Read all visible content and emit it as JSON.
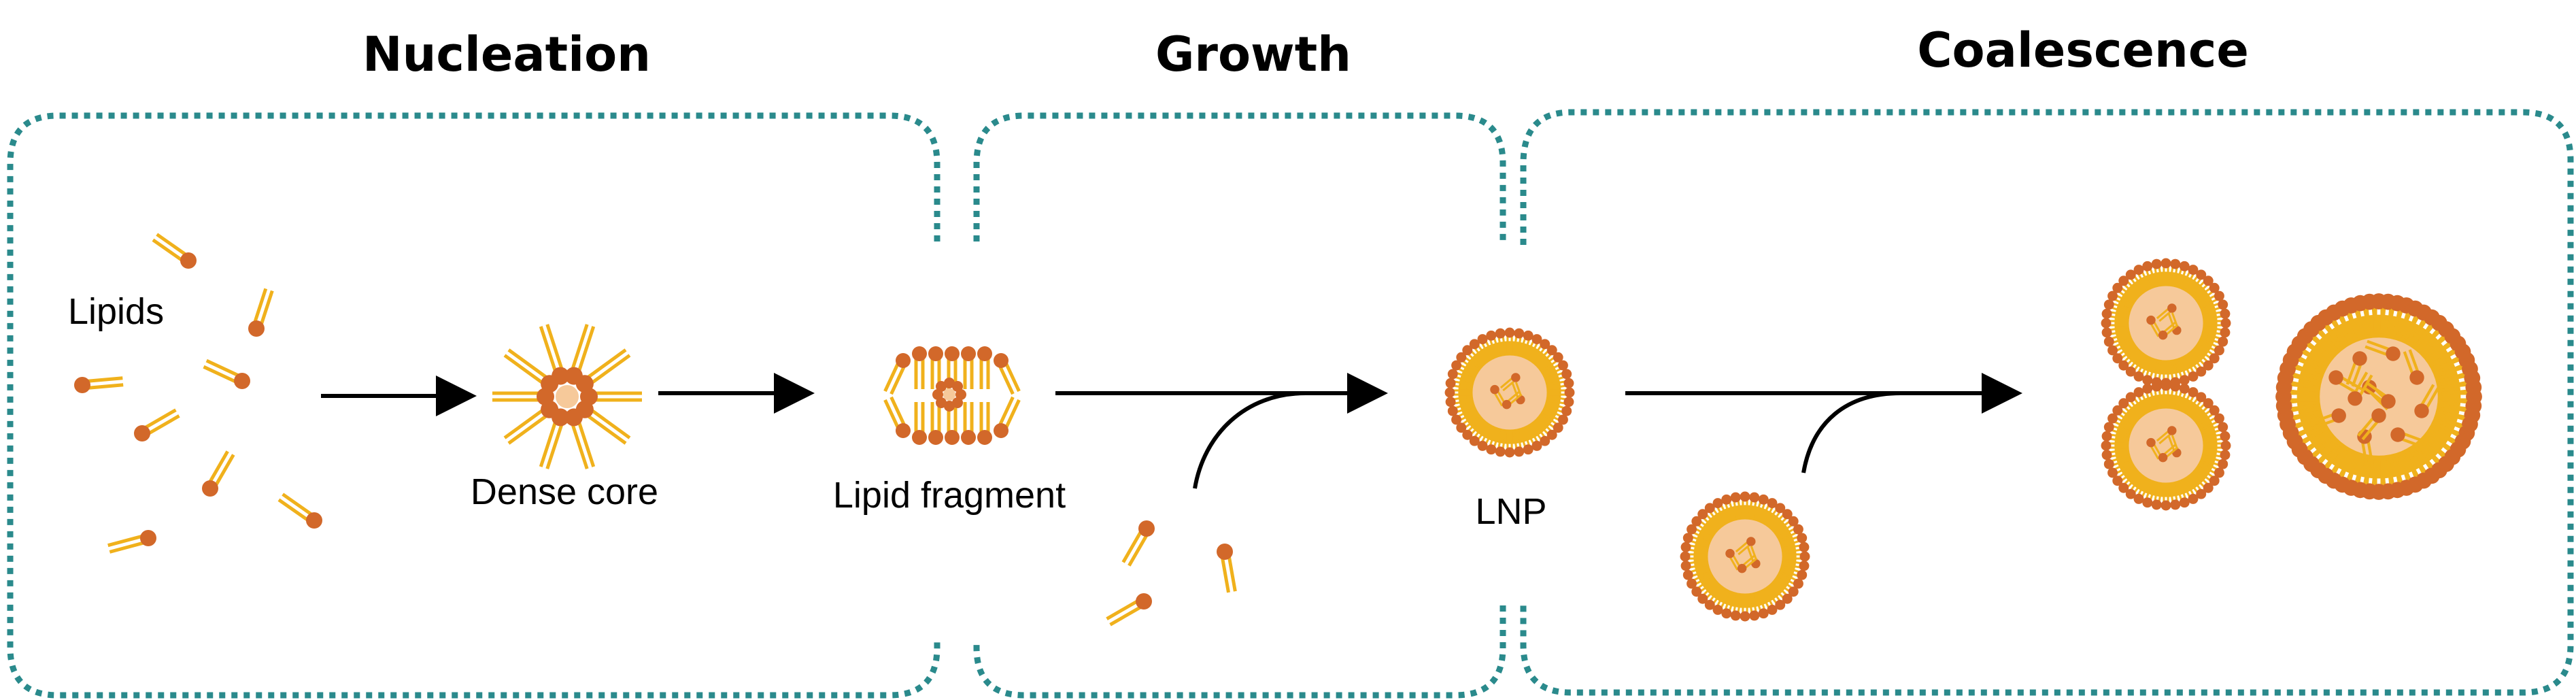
{
  "stages": [
    {
      "title": "Nucleation"
    },
    {
      "title": "Growth"
    },
    {
      "title": "Coalescence"
    }
  ],
  "labels": {
    "lipids": "Lipids",
    "dense_core": "Dense core",
    "lipid_fragment": "Lipid fragment",
    "lnp": "LNP"
  },
  "colors": {
    "border": "#2a8a8c",
    "lipid_head": "#d2682a",
    "lipid_tail": "#f0b11c",
    "core": "#f6c99a",
    "arrow": "#000000"
  },
  "icons": [
    "lipid-molecule-icon",
    "dense-core-icon",
    "lipid-fragment-icon",
    "lnp-particle-icon",
    "arrow-icon"
  ]
}
